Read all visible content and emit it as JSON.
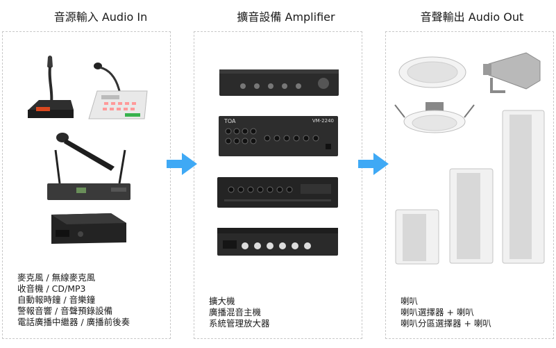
{
  "columns": [
    {
      "title": "音源輸入 Audio In",
      "captions": [
        "麥克風 / 無線麥克風",
        "收音機 / CD/MP3",
        "自動報時鐘 / 音樂鐘",
        "警報音響 / 音聲預錄設備",
        "電話廣播中繼器 / 廣播前後奏"
      ]
    },
    {
      "title": "擴音設備 Amplifier",
      "captions": [
        "擴大機",
        "廣播混音主機",
        "系統管理放大器"
      ]
    },
    {
      "title": "音聲輸出 Audio Out",
      "captions": [
        "喇叭",
        "喇叭選擇器 + 喇叭",
        "喇叭分區選擇器 + 喇叭"
      ]
    }
  ],
  "devices": {
    "mixer_brand": "TOA",
    "mixer_model": "VM-2240"
  },
  "colors": {
    "arrow": "#3fa9f5",
    "border": "#c8c8c8",
    "device_dark": "#2b2b2b"
  }
}
